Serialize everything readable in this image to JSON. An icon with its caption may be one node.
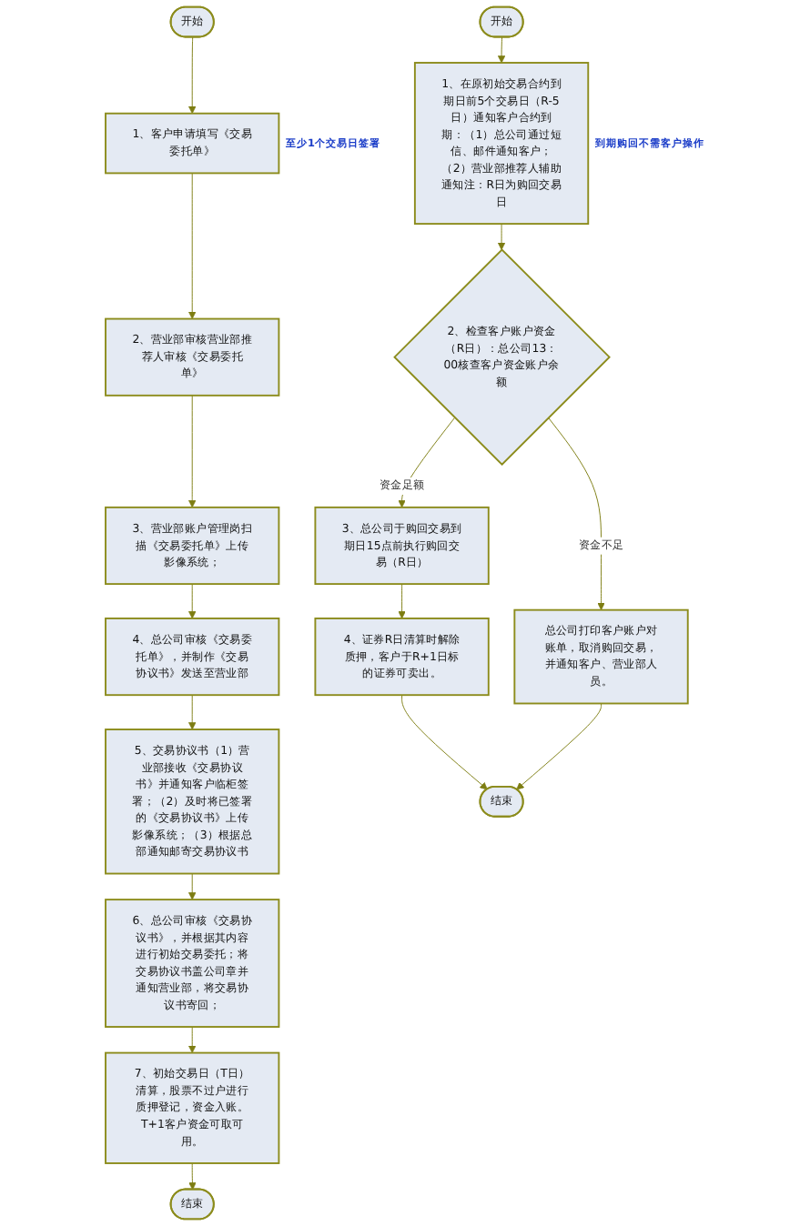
{
  "diagram": {
    "nodes": [
      {
        "text": [
          "开始"
        ]
      },
      {
        "text": [
          "1、客户申请填写《交易委托单》"
        ],
        "beside": [
          "至少1个交易日签署"
        ]
      },
      {
        "text": [
          "2、营业部审核营业部推荐人审核《交易委托单》"
        ]
      },
      {
        "text": [
          "3、营业部账户管理岗扫描《交易委托单》上传影像系统；"
        ]
      },
      {
        "text": [
          "4、总公司审核《交易委托单》，并制作《交易协议书》发送至营业部"
        ]
      },
      {
        "text": [
          "5、交易协议书（1）营业部接收《交易协议书》并通知客户临柜签署；（2）及时将已签署的《交易协议书》上传影像系统；（3）根据总部通知邮寄交易协议书"
        ]
      },
      {
        "text": [
          "6、总公司审核《交易协议书》，并根据其内容进行初始交易委托；将交易协议书盖公司章并通知营业部，将交易协议书寄回；"
        ]
      },
      {
        "text": [
          "7、初始交易日（T日）清算，股票不过户进行质押登记，资金入账。T+1客户资金可取可用。"
        ]
      },
      {
        "text": [
          "结束"
        ]
      },
      {
        "text": [
          "开始"
        ]
      },
      {
        "text": [
          "1、在原初始交易合约到期日前5个交易日（R-5日）通知客户合约到期：（1）总公司通过短信、邮件通知客户；（2）营业部推荐人辅助通知注：R日为购回交易日"
        ],
        "beside": [
          "到期购回不需客户操作"
        ]
      },
      {
        "text": [
          "2、检查客户账户资金（R日）：总公司13：00核查客户资金账户余额"
        ]
      },
      {
        "text": [
          "3、总公司于购回交易到期日15点前执行购回交易（R日）"
        ]
      },
      {
        "text": [
          "总公司打印客户账户对账单，取消购回交易，并通知客户、营业部人员。"
        ]
      },
      {
        "text": [
          "4、证券R日清算时解除质押，客户于R+1日标的证券可卖出。"
        ]
      },
      {
        "text": [
          "结束"
        ]
      }
    ],
    "edges": [
      {
        "from": 0,
        "to": 1,
        "arrow": "to"
      },
      {
        "from": 1,
        "to": 2,
        "arrow": "to"
      },
      {
        "from": 2,
        "to": 3,
        "arrow": "to"
      },
      {
        "from": 3,
        "to": 4,
        "arrow": "to"
      },
      {
        "from": 4,
        "to": 5,
        "arrow": "to"
      },
      {
        "from": 5,
        "to": 6,
        "arrow": "to"
      },
      {
        "from": 6,
        "to": 7,
        "arrow": "to"
      },
      {
        "from": 7,
        "to": 8,
        "arrow": "to"
      },
      {
        "from": 9,
        "to": 10,
        "arrow": "to"
      },
      {
        "from": 10,
        "to": 11,
        "arrow": "to"
      },
      {
        "from": 11,
        "to": 12,
        "label": "资金足额",
        "arrow": "to"
      },
      {
        "from": 11,
        "to": 13,
        "label": "资金不足",
        "arrow": "to"
      },
      {
        "from": 12,
        "to": 14,
        "arrow": "to"
      },
      {
        "from": 14,
        "to": 15,
        "arrow": "to"
      },
      {
        "from": 13,
        "to": 15,
        "arrow": "to"
      }
    ]
  }
}
